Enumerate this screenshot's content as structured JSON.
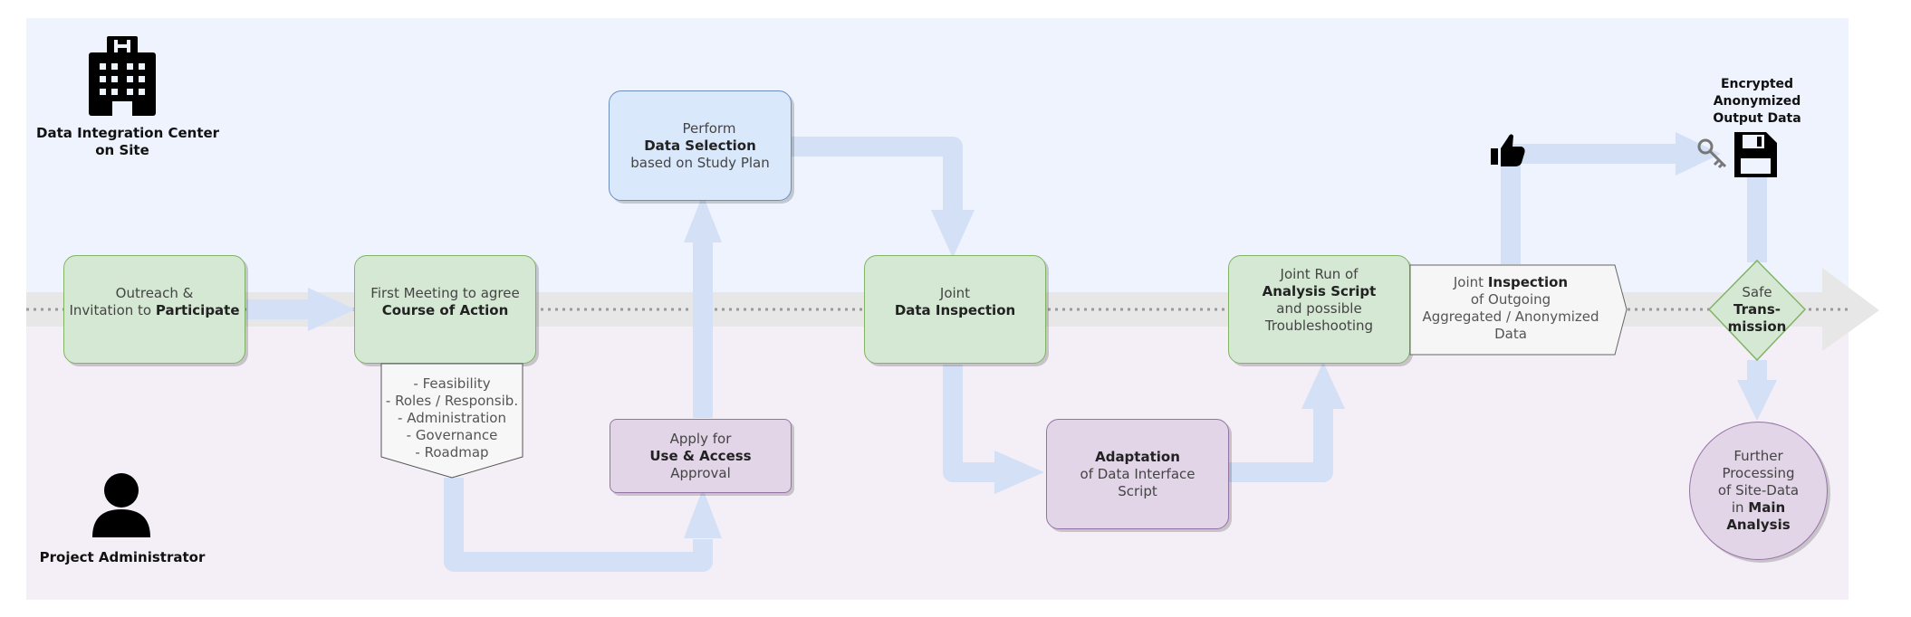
{
  "actors": {
    "site_line1": "Data Integration Center",
    "site_line2": "on Site",
    "admin": "Project Administrator"
  },
  "steps": {
    "outreach": {
      "line1": "Outreach &",
      "line2_pre": "Invitation to ",
      "line2_bold": "Participate"
    },
    "first_meeting": {
      "line1": "First Meeting to agree",
      "line2_bold": "Course of Action"
    },
    "meeting_topics": [
      "- Feasibility",
      "- Roles / Responsib.",
      "- Administration",
      "- Governance",
      "- Roadmap"
    ],
    "apply": {
      "line1": "Apply for",
      "line2_bold": "Use & Access",
      "line3": "Approval"
    },
    "selection": {
      "line1": "Perform",
      "line2_bold": "Data Selection",
      "line3": "based on Study Plan"
    },
    "inspection": {
      "line1": "Joint",
      "line2_bold": "Data Inspection"
    },
    "adaptation": {
      "line1_bold": "Adaptation",
      "line2": "of Data Interface",
      "line3": "Script"
    },
    "joint_run": {
      "line1": "Joint Run of",
      "line2_bold": "Analysis Script",
      "line3": "and possible",
      "line4": "Troubleshooting"
    },
    "outgoing": {
      "line1_pre": "Joint ",
      "line1_bold": "Inspection",
      "line2": "of Outgoing",
      "line3": "Aggregated / Anonymized",
      "line4": "Data"
    },
    "transmission": {
      "line1": "Safe",
      "line2_bold": "Trans-",
      "line3_bold": "mission"
    },
    "output": {
      "line1": "Encrypted",
      "line2": "Anonymized",
      "line3": "Output Data"
    },
    "further": {
      "line1": "Further",
      "line2": "Processing",
      "line3": "of Site-Data",
      "line4": "in ",
      "line4_bold1": "Main",
      "line5_bold": "Analysis"
    }
  },
  "icons": [
    "building-icon",
    "person-icon",
    "star-icon",
    "chat-icon",
    "database-icon",
    "checkmark-icon",
    "magnifier-icon",
    "wrench-icon",
    "code-icon",
    "eye-icon",
    "thumbs-up-icon",
    "key-icon",
    "floppy-disk-icon"
  ],
  "colors": {
    "flow_arrow": "#d4e1f5",
    "green_fill": "#d5e8d4",
    "blue_fill": "#dae8fc",
    "purple_fill": "#e1d5e7",
    "timeline": "#e6e6e6"
  }
}
